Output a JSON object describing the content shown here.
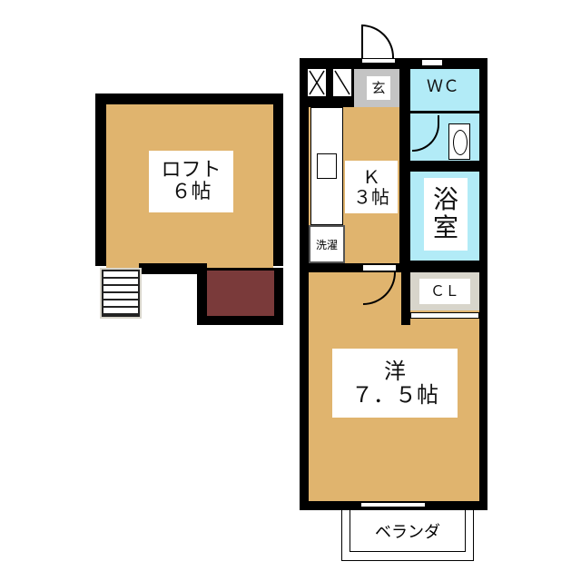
{
  "floorplan": {
    "loft": {
      "line1": "ロフト",
      "line2": "６帖"
    },
    "kitchen": {
      "line1": "Ｋ",
      "line2": "３帖"
    },
    "entrance": {
      "label": "玄"
    },
    "wc": {
      "label": "ＷＣ"
    },
    "bath": {
      "line1": "浴",
      "line2": "室"
    },
    "laundry": {
      "label": "洗濯"
    },
    "closet": {
      "label": "ＣＬ"
    },
    "western_room": {
      "line1": "洋",
      "line2": "７．５帖"
    },
    "balcony": {
      "label": "ベランダ"
    },
    "colors": {
      "wall": "#000000",
      "wood_floor": "#e0b46e",
      "wet_area": "#b2ebf7",
      "entrance": "#c4c4c4",
      "closet": "#d8d5cb",
      "storage": "#7a3a3a"
    }
  }
}
